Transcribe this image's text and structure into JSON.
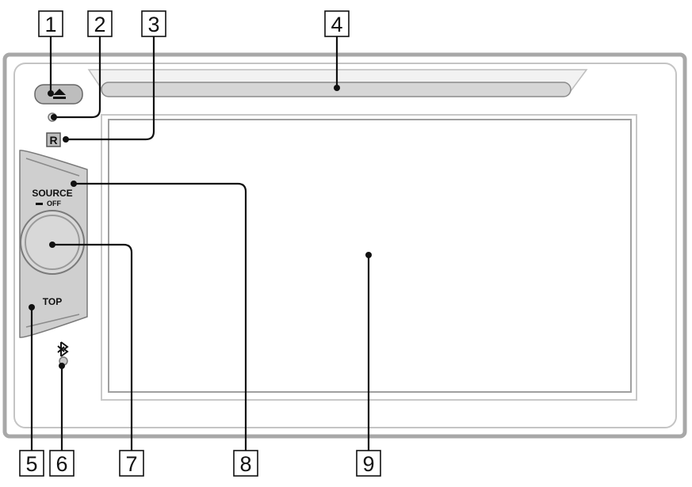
{
  "callouts": [
    "1",
    "2",
    "3",
    "4",
    "5",
    "6",
    "7",
    "8",
    "9"
  ],
  "unit": {
    "source_label": "SOURCE",
    "off_label": "OFF",
    "top_label": "TOP",
    "ir_glyph": "R",
    "bt_glyph": "ʙ"
  },
  "icons": {
    "eject": "eject-icon",
    "bluetooth": "bluetooth-icon",
    "remote_sensor": "remote-sensor-icon"
  }
}
